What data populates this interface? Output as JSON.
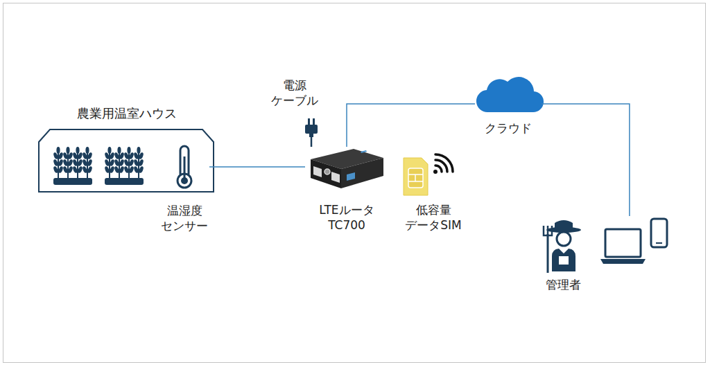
{
  "diagram": {
    "nodes": [
      {
        "text": [
          "農業用温室ハウス"
        ]
      },
      {
        "text": [
          "温湿度 センサー"
        ],
        "in": 0
      },
      {
        "text": [
          "電源 ケーブル"
        ]
      },
      {
        "text": [
          "LTEルータ TC700"
        ]
      },
      {
        "text": [
          "低容量 データSIM"
        ]
      },
      {
        "text": [
          "クラウド"
        ]
      },
      {
        "text": [
          "管理者"
        ]
      }
    ],
    "edges": [
      {
        "from": 1,
        "to": 3,
        "arrow": "none"
      },
      {
        "from": 2,
        "to": 3,
        "arrow": "none"
      },
      {
        "from": 3,
        "to": 5,
        "arrow": "none"
      },
      {
        "from": 5,
        "to": 6,
        "arrow": "none"
      }
    ]
  }
}
